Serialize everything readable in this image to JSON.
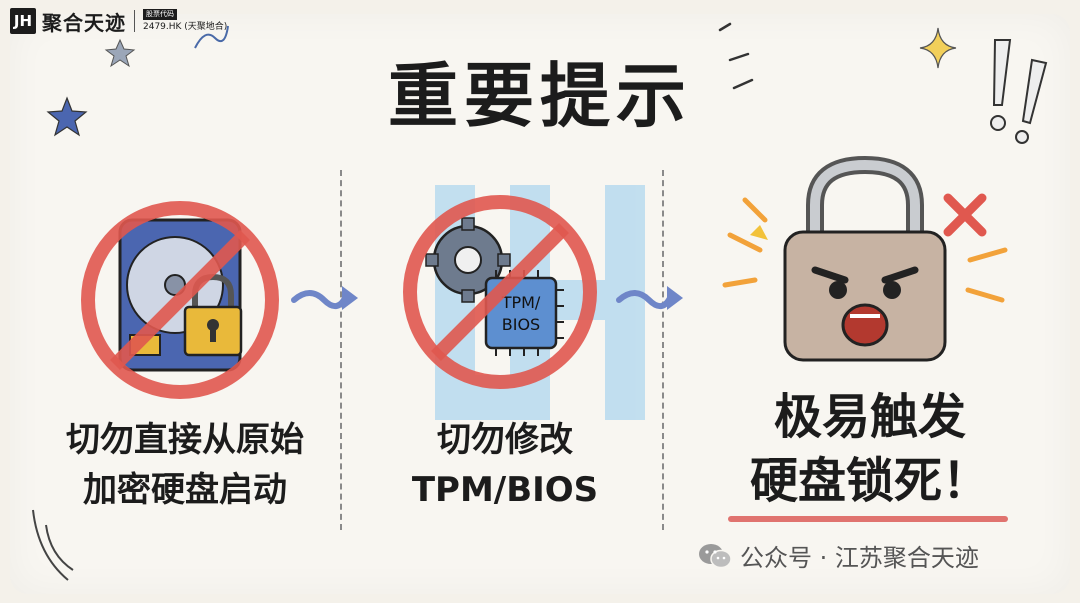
{
  "brand": {
    "logo_mark": "JH",
    "name": "聚合天迹",
    "stock_tag": "股票代码",
    "stock_code": "2479.HK (天聚地合)"
  },
  "title": "重要提示",
  "steps": [
    {
      "line1": "切勿直接从原始",
      "line2": "加密硬盘启动",
      "icon": "encrypted-disk-prohibited-icon"
    },
    {
      "line1": "切勿修改",
      "line2": "TPM/BIOS",
      "icon": "tpm-bios-prohibited-icon",
      "chip_label_1": "TPM/",
      "chip_label_2": "BIOS"
    },
    {
      "line1": "极易触发",
      "line2": "硬盘锁死！",
      "icon": "angry-lock-icon"
    }
  ],
  "footer": {
    "text": "公众号 · 江苏聚合天迹"
  },
  "colors": {
    "prohibit_red": "#e0584f",
    "lock_gold": "#e9b93a",
    "disk_blue": "#4b66b0",
    "chip_blue": "#5d8fd0",
    "watermark_blue": "#8cc8ee",
    "arrow_blue": "#6f86c8"
  }
}
